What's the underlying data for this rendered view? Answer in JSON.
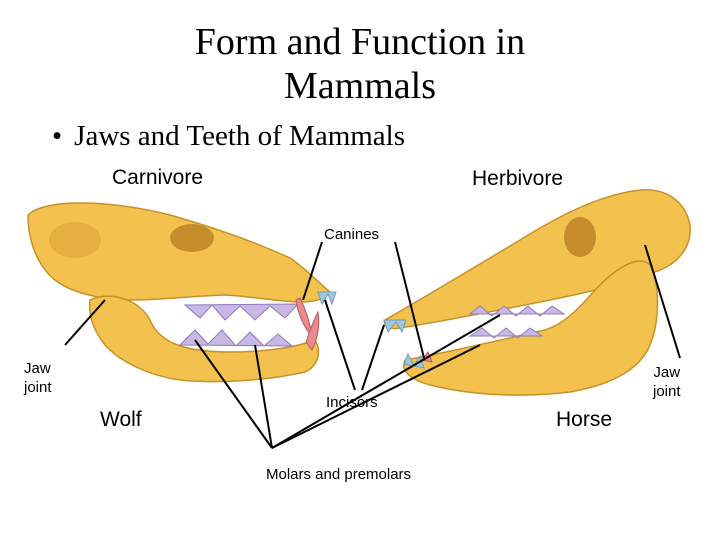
{
  "title_line1": "Form and Function in",
  "title_line2": "Mammals",
  "bullet": "Jaws and Teeth of Mammals",
  "labels": {
    "carnivore": "Carnivore",
    "herbivore": "Herbivore",
    "canines": "Canines",
    "jaw_joint_left_1": "Jaw",
    "jaw_joint_left_2": "joint",
    "jaw_joint_right_1": "Jaw",
    "jaw_joint_right_2": "joint",
    "wolf": "Wolf",
    "incisors": "Incisors",
    "horse": "Horse",
    "molars": "Molars and premolars"
  },
  "colors": {
    "bone": "#f3c24e",
    "bone_dark": "#c8902a",
    "molar": "#c9b8e6",
    "canine": "#e88a90",
    "incisor": "#9fc8e0",
    "line": "#000000"
  }
}
